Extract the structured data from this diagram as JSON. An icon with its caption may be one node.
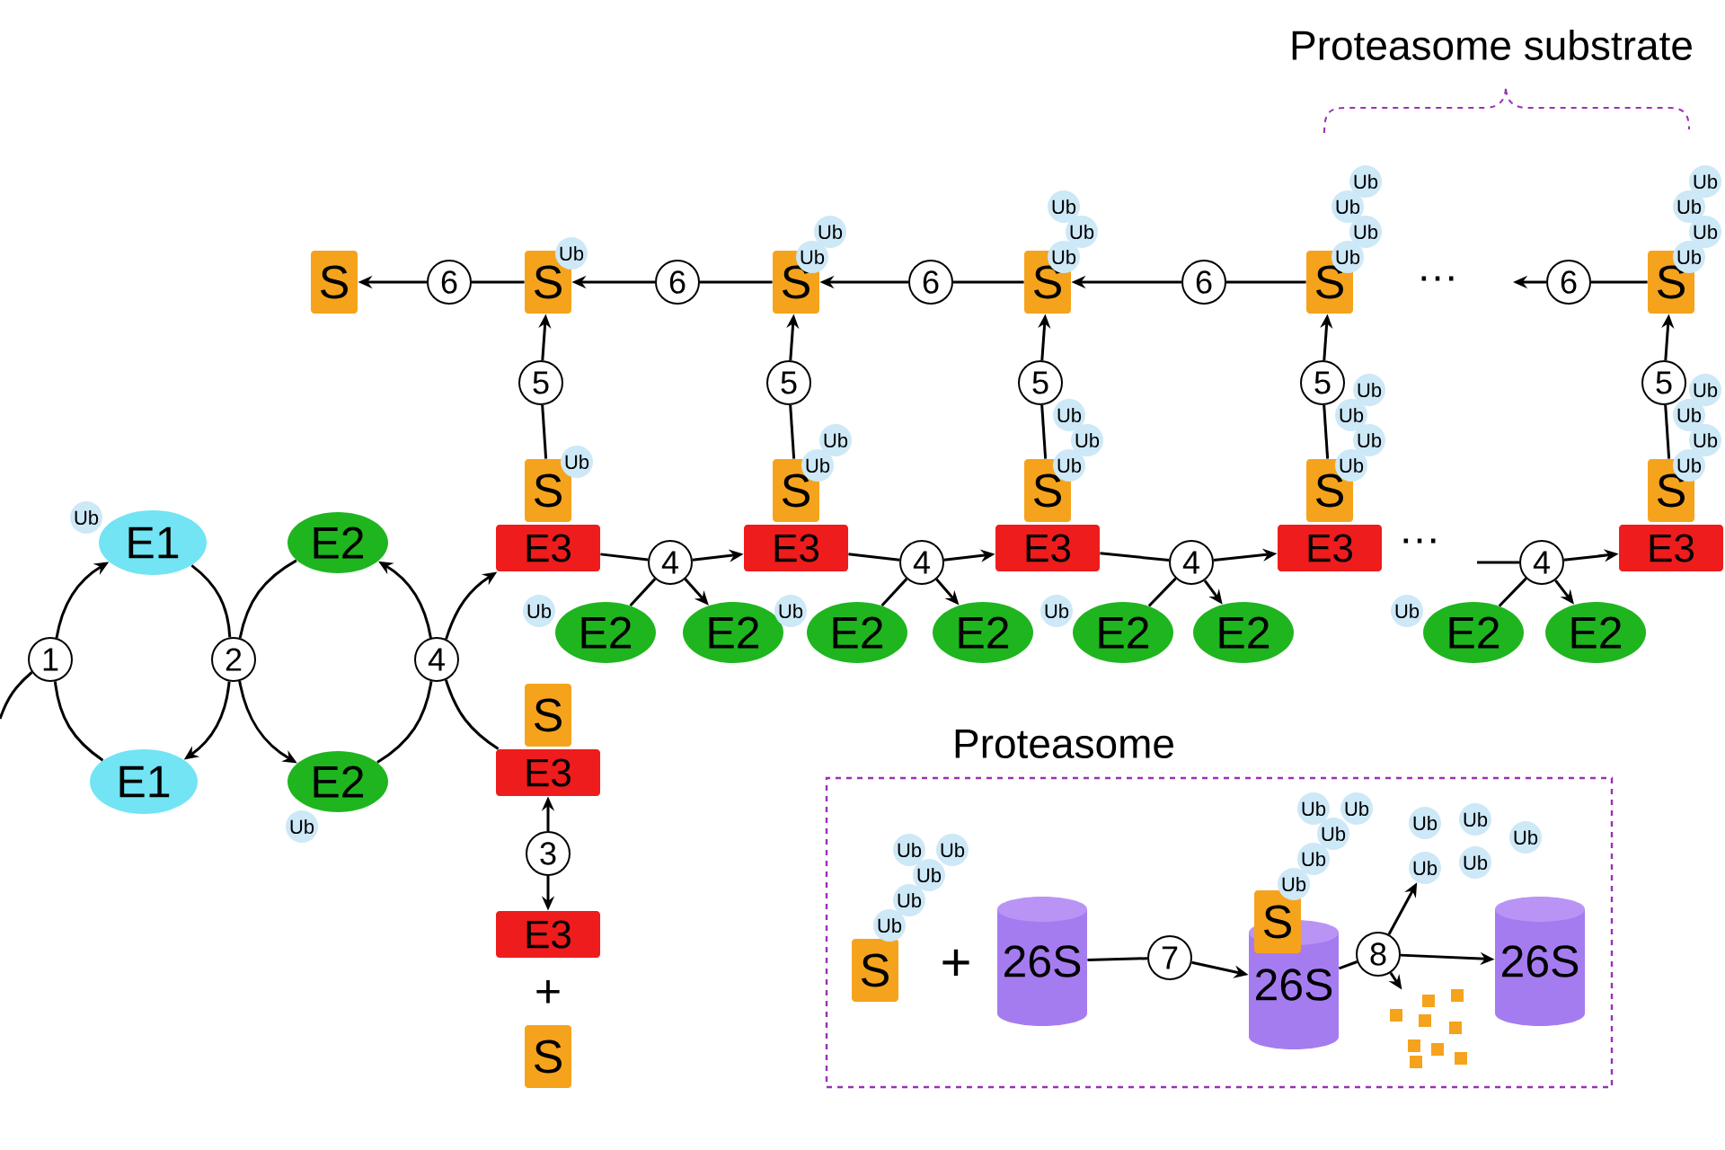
{
  "diagram": {
    "nodes": [
      {
        "text": [
          "S"
        ]
      },
      {
        "text": [
          "6"
        ]
      },
      {
        "text": [
          "S"
        ]
      },
      {
        "text": [
          "Ub"
        ]
      },
      {
        "text": [
          "6"
        ]
      },
      {
        "text": [
          "S"
        ]
      },
      {
        "text": [
          "Ub"
        ]
      },
      {
        "text": [
          "Ub"
        ]
      },
      {
        "text": [
          "6"
        ]
      },
      {
        "text": [
          "S"
        ]
      },
      {
        "text": [
          "Ub"
        ]
      },
      {
        "text": [
          "Ub"
        ]
      },
      {
        "text": [
          "Ub"
        ]
      },
      {
        "text": [
          "6"
        ]
      },
      {
        "text": [
          "S"
        ]
      },
      {
        "text": [
          "Ub"
        ]
      },
      {
        "text": [
          "Ub"
        ]
      },
      {
        "text": [
          "Ub"
        ]
      },
      {
        "text": [
          "Ub"
        ]
      },
      {
        "text": [
          "6"
        ]
      },
      {
        "text": [
          "S"
        ]
      },
      {
        "text": [
          "Ub"
        ]
      },
      {
        "text": [
          "Ub"
        ]
      },
      {
        "text": [
          "Ub"
        ]
      },
      {
        "text": [
          "Ub"
        ]
      },
      {
        "text": [
          "5"
        ]
      },
      {
        "text": [
          "S"
        ]
      },
      {
        "text": [
          "Ub"
        ]
      },
      {
        "text": [
          "E3"
        ]
      },
      {
        "text": [
          "5"
        ]
      },
      {
        "text": [
          "S"
        ]
      },
      {
        "text": [
          "Ub"
        ]
      },
      {
        "text": [
          "Ub"
        ]
      },
      {
        "text": [
          "E3"
        ]
      },
      {
        "text": [
          "5"
        ]
      },
      {
        "text": [
          "S"
        ]
      },
      {
        "text": [
          "Ub"
        ]
      },
      {
        "text": [
          "Ub"
        ]
      },
      {
        "text": [
          "Ub"
        ]
      },
      {
        "text": [
          "E3"
        ]
      },
      {
        "text": [
          "5"
        ]
      },
      {
        "text": [
          "S"
        ]
      },
      {
        "text": [
          "Ub"
        ]
      },
      {
        "text": [
          "Ub"
        ]
      },
      {
        "text": [
          "Ub"
        ]
      },
      {
        "text": [
          "Ub"
        ]
      },
      {
        "text": [
          "E3"
        ]
      },
      {
        "text": [
          "5"
        ]
      },
      {
        "text": [
          "S"
        ]
      },
      {
        "text": [
          "Ub"
        ]
      },
      {
        "text": [
          "Ub"
        ]
      },
      {
        "text": [
          "Ub"
        ]
      },
      {
        "text": [
          "Ub"
        ]
      },
      {
        "text": [
          "E3"
        ]
      },
      {
        "text": [
          "4"
        ]
      },
      {
        "text": [
          "Ub"
        ]
      },
      {
        "text": [
          "E2"
        ]
      },
      {
        "text": [
          "E2"
        ]
      },
      {
        "text": [
          "4"
        ]
      },
      {
        "text": [
          "Ub"
        ]
      },
      {
        "text": [
          "E2"
        ]
      },
      {
        "text": [
          "E2"
        ]
      },
      {
        "text": [
          "4"
        ]
      },
      {
        "text": [
          "Ub"
        ]
      },
      {
        "text": [
          "E2"
        ]
      },
      {
        "text": [
          "E2"
        ]
      },
      {
        "text": [
          "4"
        ]
      },
      {
        "text": [
          "Ub"
        ]
      },
      {
        "text": [
          "E2"
        ]
      },
      {
        "text": [
          "E2"
        ]
      },
      {
        "text": [
          "Ub"
        ]
      },
      {
        "text": [
          "E1"
        ]
      },
      {
        "text": [
          "E2"
        ]
      },
      {
        "text": [
          "1"
        ]
      },
      {
        "text": [
          "2"
        ]
      },
      {
        "text": [
          "4"
        ]
      },
      {
        "text": [
          "E1"
        ]
      },
      {
        "text": [
          "E2"
        ]
      },
      {
        "text": [
          "Ub"
        ]
      },
      {
        "text": [
          "S"
        ]
      },
      {
        "text": [
          "E3"
        ]
      },
      {
        "text": [
          "3"
        ]
      },
      {
        "text": [
          "E3"
        ]
      },
      {
        "text": [
          "S"
        ]
      },
      {
        "text": [
          "Proteasome"
        ]
      },
      {
        "text": [
          "S"
        ],
        "in": 84
      },
      {
        "text": [
          "Ub"
        ],
        "in": 84
      },
      {
        "text": [
          "Ub"
        ],
        "in": 84
      },
      {
        "text": [
          "Ub"
        ],
        "in": 84
      },
      {
        "text": [
          "Ub"
        ],
        "in": 84
      },
      {
        "text": [
          "Ub"
        ],
        "in": 84
      },
      {
        "text": [
          "26S"
        ],
        "in": 84
      },
      {
        "text": [
          "7"
        ],
        "in": 84
      },
      {
        "text": [
          "26S"
        ],
        "in": 84
      },
      {
        "text": [
          "S"
        ],
        "in": 84
      },
      {
        "text": [
          "Ub"
        ],
        "in": 84
      },
      {
        "text": [
          "Ub"
        ],
        "in": 84
      },
      {
        "text": [
          "Ub"
        ],
        "in": 84
      },
      {
        "text": [
          "Ub"
        ],
        "in": 84
      },
      {
        "text": [
          "Ub"
        ],
        "in": 84
      },
      {
        "text": [
          "8"
        ],
        "in": 84
      },
      {
        "text": [
          "Ub"
        ],
        "in": 84
      },
      {
        "text": [
          "Ub"
        ],
        "in": 84
      },
      {
        "text": [
          "Ub"
        ],
        "in": 84
      },
      {
        "text": [
          "Ub"
        ],
        "in": 84
      },
      {
        "text": [
          "Ub"
        ],
        "in": 84
      },
      {
        "text": [
          "26S"
        ],
        "in": 84
      },
      {
        "text": [],
        "shape": "box",
        "in": 84
      }
    ],
    "edges": [
      {
        "from": 2,
        "to": 1,
        "arrow": "none"
      },
      {
        "from": 1,
        "to": 0,
        "arrow": "to"
      },
      {
        "from": 5,
        "to": 4,
        "arrow": "none"
      },
      {
        "from": 4,
        "to": 2,
        "arrow": "to"
      },
      {
        "from": 9,
        "to": 8,
        "arrow": "none"
      },
      {
        "from": 8,
        "to": 5,
        "arrow": "to"
      },
      {
        "from": 14,
        "to": 13,
        "arrow": "none"
      },
      {
        "from": 13,
        "to": 9,
        "arrow": "to"
      },
      {
        "from": 20,
        "to": 19,
        "arrow": "none"
      },
      {
        "from": 19,
        "to": null,
        "arrow": "to"
      },
      {
        "from": 26,
        "to": 25,
        "arrow": "none"
      },
      {
        "from": 25,
        "to": 2,
        "arrow": "to"
      },
      {
        "from": 30,
        "to": 29,
        "arrow": "none"
      },
      {
        "from": 29,
        "to": 5,
        "arrow": "to"
      },
      {
        "from": 35,
        "to": 34,
        "arrow": "none"
      },
      {
        "from": 34,
        "to": 9,
        "arrow": "to"
      },
      {
        "from": 41,
        "to": 40,
        "arrow": "none"
      },
      {
        "from": 40,
        "to": 14,
        "arrow": "to"
      },
      {
        "from": 48,
        "to": 47,
        "arrow": "none"
      },
      {
        "from": 47,
        "to": 20,
        "arrow": "to"
      },
      {
        "from": 28,
        "to": 54,
        "arrow": "none"
      },
      {
        "from": 54,
        "to": 33,
        "arrow": "to"
      },
      {
        "from": 56,
        "to": 54,
        "arrow": "none"
      },
      {
        "from": 54,
        "to": 57,
        "arrow": "to"
      },
      {
        "from": 33,
        "to": 58,
        "arrow": "none"
      },
      {
        "from": 58,
        "to": 39,
        "arrow": "to"
      },
      {
        "from": 60,
        "to": 58,
        "arrow": "none"
      },
      {
        "from": 58,
        "to": 61,
        "arrow": "to"
      },
      {
        "from": 39,
        "to": 62,
        "arrow": "none"
      },
      {
        "from": 62,
        "to": 46,
        "arrow": "to"
      },
      {
        "from": 64,
        "to": 62,
        "arrow": "none"
      },
      {
        "from": 62,
        "to": 65,
        "arrow": "to"
      },
      {
        "from": null,
        "to": 66,
        "arrow": "none"
      },
      {
        "from": 66,
        "to": 53,
        "arrow": "to"
      },
      {
        "from": 68,
        "to": 66,
        "arrow": "none"
      },
      {
        "from": 66,
        "to": 69,
        "arrow": "to"
      },
      {
        "from": 76,
        "to": 73,
        "arrow": "none"
      },
      {
        "from": null,
        "to": 73,
        "arrow": "none"
      },
      {
        "from": 73,
        "to": 71,
        "arrow": "to"
      },
      {
        "from": 71,
        "to": 74,
        "arrow": "none"
      },
      {
        "from": 74,
        "to": 76,
        "arrow": "to"
      },
      {
        "from": 72,
        "to": 74,
        "arrow": "none"
      },
      {
        "from": 74,
        "to": 77,
        "arrow": "to"
      },
      {
        "from": 77,
        "to": 75,
        "arrow": "none"
      },
      {
        "from": 75,
        "to": 72,
        "arrow": "to"
      },
      {
        "from": 80,
        "to": 75,
        "arrow": "none"
      },
      {
        "from": 75,
        "to": 28,
        "arrow": "to"
      },
      {
        "from": 81,
        "to": 80,
        "arrow": "to"
      },
      {
        "from": 81,
        "to": 82,
        "arrow": "to"
      },
      {
        "from": 91,
        "to": 92,
        "arrow": "none"
      },
      {
        "from": 92,
        "to": 93,
        "arrow": "to"
      },
      {
        "from": 93,
        "to": 100,
        "arrow": "none"
      },
      {
        "from": 100,
        "to": 104,
        "arrow": "to"
      },
      {
        "from": 100,
        "to": 106,
        "arrow": "to"
      },
      {
        "from": 100,
        "to": 107,
        "arrow": "to"
      }
    ],
    "labels": [
      "Proteasome substrate",
      "…",
      "…",
      "+",
      "+"
    ]
  }
}
